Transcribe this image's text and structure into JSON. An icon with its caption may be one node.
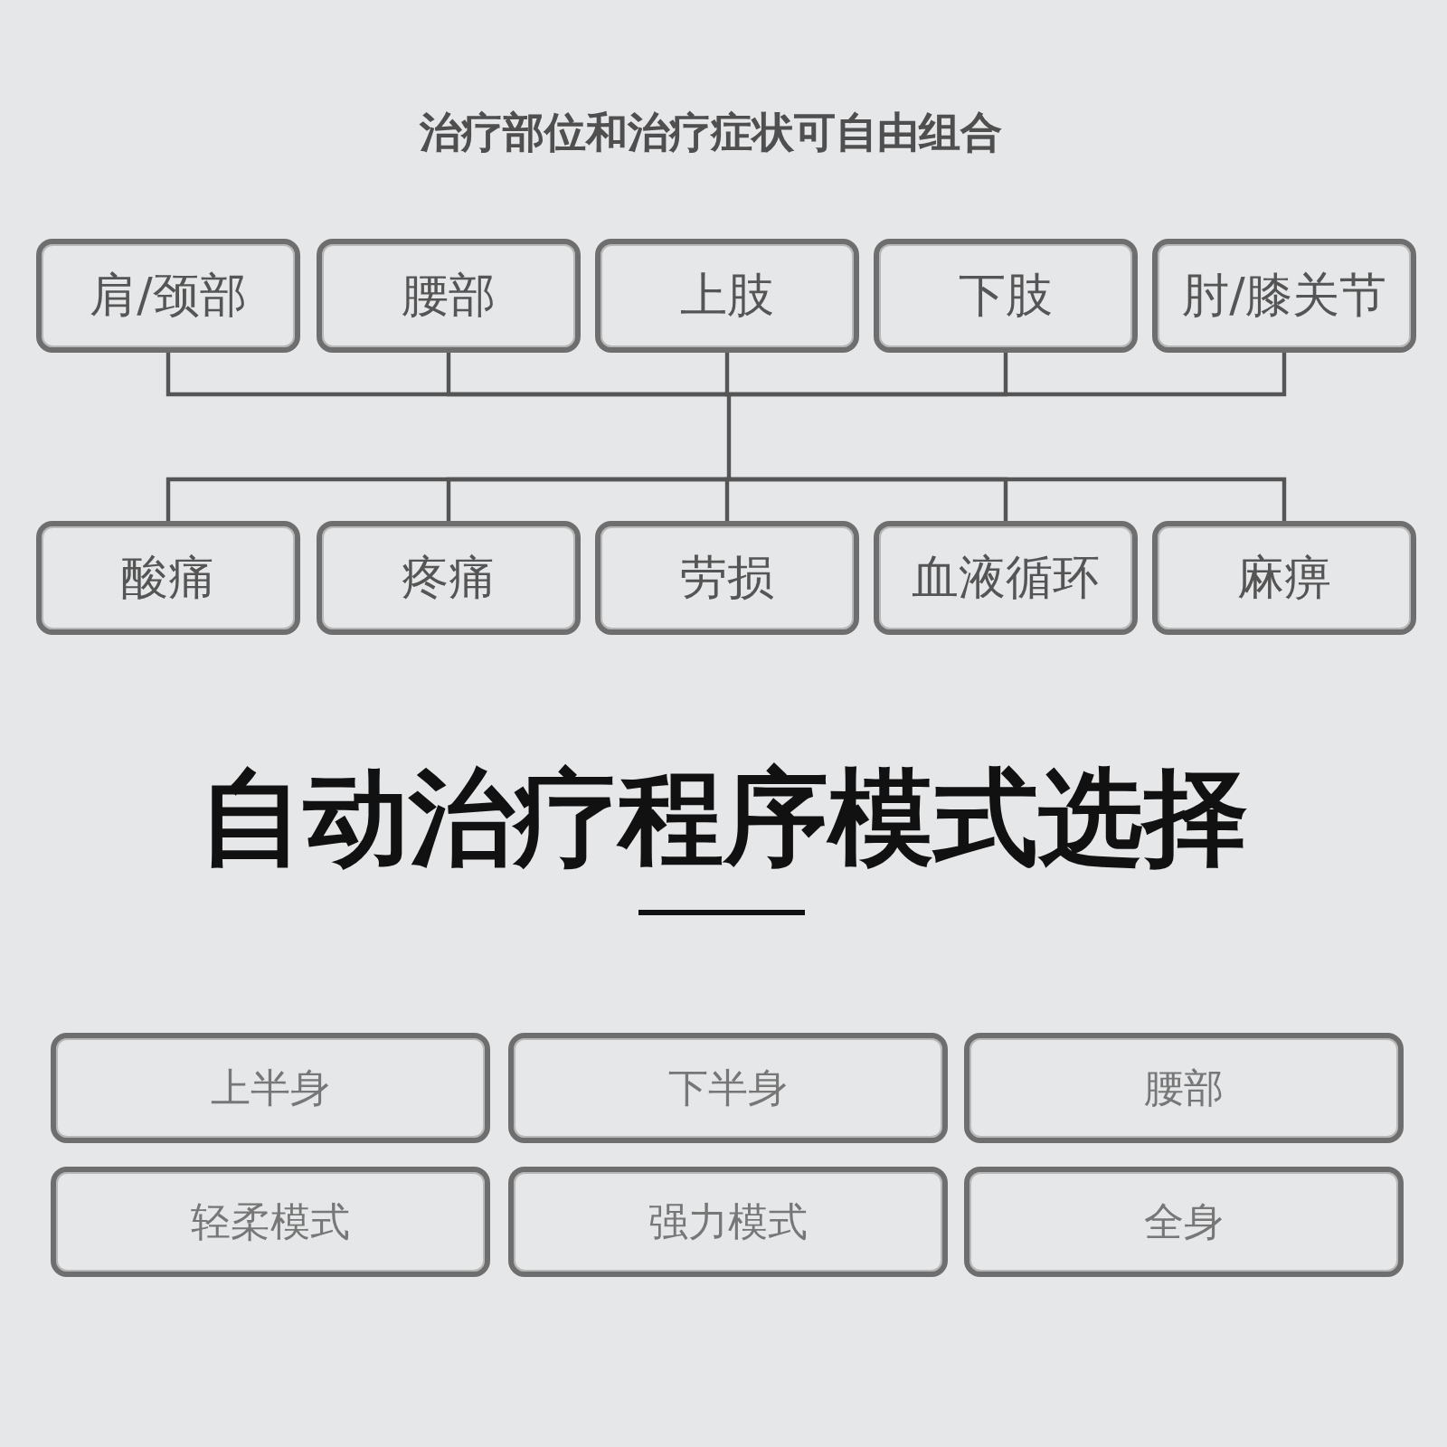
{
  "diagram": {
    "title": "治疗部位和治疗症状可自由组合",
    "nodes": [
      {
        "text": [
          "肩/颈部"
        ]
      },
      {
        "text": [
          "腰部"
        ]
      },
      {
        "text": [
          "上肢"
        ]
      },
      {
        "text": [
          "下肢"
        ]
      },
      {
        "text": [
          "肘/膝关节"
        ]
      },
      {
        "text": [
          "酸痛"
        ]
      },
      {
        "text": [
          "疼痛"
        ]
      },
      {
        "text": [
          "劳损"
        ]
      },
      {
        "text": [
          "血液循环"
        ]
      },
      {
        "text": [
          "麻痹"
        ]
      },
      {
        "text": [
          "上半身"
        ]
      },
      {
        "text": [
          "下半身"
        ]
      },
      {
        "text": [
          "腰部"
        ]
      },
      {
        "text": [
          "轻柔模式"
        ]
      },
      {
        "text": [
          "强力模式"
        ]
      },
      {
        "text": [
          "全身"
        ]
      }
    ],
    "edges": [
      {
        "from": 0,
        "to": 5,
        "arrow": "none"
      },
      {
        "from": 0,
        "to": 6,
        "arrow": "none"
      },
      {
        "from": 0,
        "to": 7,
        "arrow": "none"
      },
      {
        "from": 0,
        "to": 8,
        "arrow": "none"
      },
      {
        "from": 0,
        "to": 9,
        "arrow": "none"
      },
      {
        "from": 1,
        "to": 5,
        "arrow": "none"
      },
      {
        "from": 1,
        "to": 6,
        "arrow": "none"
      },
      {
        "from": 1,
        "to": 7,
        "arrow": "none"
      },
      {
        "from": 1,
        "to": 8,
        "arrow": "none"
      },
      {
        "from": 1,
        "to": 9,
        "arrow": "none"
      },
      {
        "from": 2,
        "to": 5,
        "arrow": "none"
      },
      {
        "from": 2,
        "to": 6,
        "arrow": "none"
      },
      {
        "from": 2,
        "to": 7,
        "arrow": "none"
      },
      {
        "from": 2,
        "to": 8,
        "arrow": "none"
      },
      {
        "from": 2,
        "to": 9,
        "arrow": "none"
      },
      {
        "from": 3,
        "to": 5,
        "arrow": "none"
      },
      {
        "from": 3,
        "to": 6,
        "arrow": "none"
      },
      {
        "from": 3,
        "to": 7,
        "arrow": "none"
      },
      {
        "from": 3,
        "to": 8,
        "arrow": "none"
      },
      {
        "from": 3,
        "to": 9,
        "arrow": "none"
      },
      {
        "from": 4,
        "to": 5,
        "arrow": "none"
      },
      {
        "from": 4,
        "to": 6,
        "arrow": "none"
      },
      {
        "from": 4,
        "to": 7,
        "arrow": "none"
      },
      {
        "from": 4,
        "to": 8,
        "arrow": "none"
      },
      {
        "from": 4,
        "to": 9,
        "arrow": "none"
      }
    ],
    "labels": [
      "自动治疗程序模式选择"
    ]
  }
}
